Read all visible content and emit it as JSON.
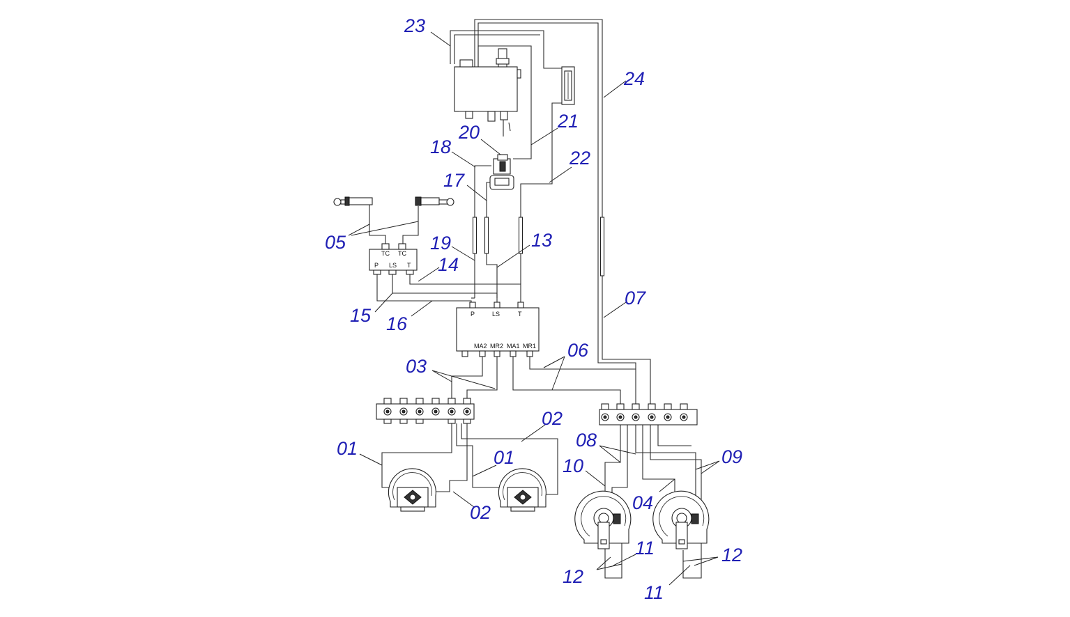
{
  "callouts": {
    "c01a": "01",
    "c01b": "01",
    "c02a": "02",
    "c02b": "02",
    "c03": "03",
    "c04": "04",
    "c05": "05",
    "c06": "06",
    "c07": "07",
    "c08": "08",
    "c09": "09",
    "c10": "10",
    "c11a": "11",
    "c11b": "11",
    "c12a": "12",
    "c12b": "12",
    "c13": "13",
    "c14": "14",
    "c15": "15",
    "c16": "16",
    "c17": "17",
    "c18": "18",
    "c19": "19",
    "c20": "20",
    "c21": "21",
    "c22": "22",
    "c23": "23",
    "c24": "24"
  },
  "ports": {
    "small_block": {
      "tc1": "TC",
      "tc2": "TC",
      "p": "P",
      "ls": "LS",
      "t": "T"
    },
    "main_valve": {
      "p": "P",
      "ls": "LS",
      "t": "T",
      "ma2": "MA2",
      "mr2": "MR2",
      "ma1": "MA1",
      "mr1": "MR1"
    }
  },
  "colors": {
    "callout": "#1f1fb4",
    "lines": "#222222"
  }
}
